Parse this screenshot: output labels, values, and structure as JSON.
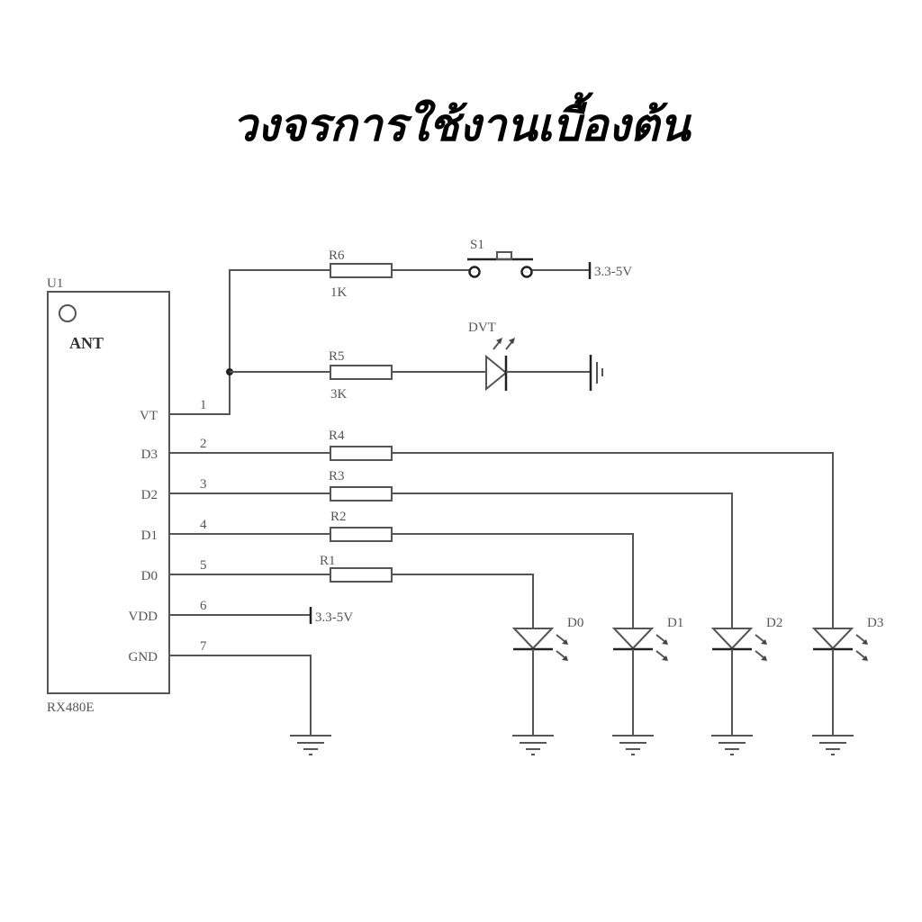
{
  "title": "วงจรการใช้งานเบื้องต้น",
  "module": {
    "ref": "U1",
    "antenna": "ANT",
    "part": "RX480E",
    "pins": [
      {
        "name": "VT",
        "number": "1"
      },
      {
        "name": "D3",
        "number": "2"
      },
      {
        "name": "D2",
        "number": "3"
      },
      {
        "name": "D1",
        "number": "4"
      },
      {
        "name": "D0",
        "number": "5"
      },
      {
        "name": "VDD",
        "number": "6"
      },
      {
        "name": "GND",
        "number": "7"
      }
    ]
  },
  "resistors": {
    "R6": {
      "ref": "R6",
      "value": "1K"
    },
    "R5": {
      "ref": "R5",
      "value": "3K"
    },
    "R4": {
      "ref": "R4"
    },
    "R3": {
      "ref": "R3"
    },
    "R2": {
      "ref": "R2"
    },
    "R1": {
      "ref": "R1"
    }
  },
  "switch": {
    "ref": "S1"
  },
  "supply_label": "3.3-5V",
  "vdd_label": "3.3-5V",
  "status_led": {
    "ref": "DVT"
  },
  "leds": [
    "D0",
    "D1",
    "D2",
    "D3"
  ]
}
